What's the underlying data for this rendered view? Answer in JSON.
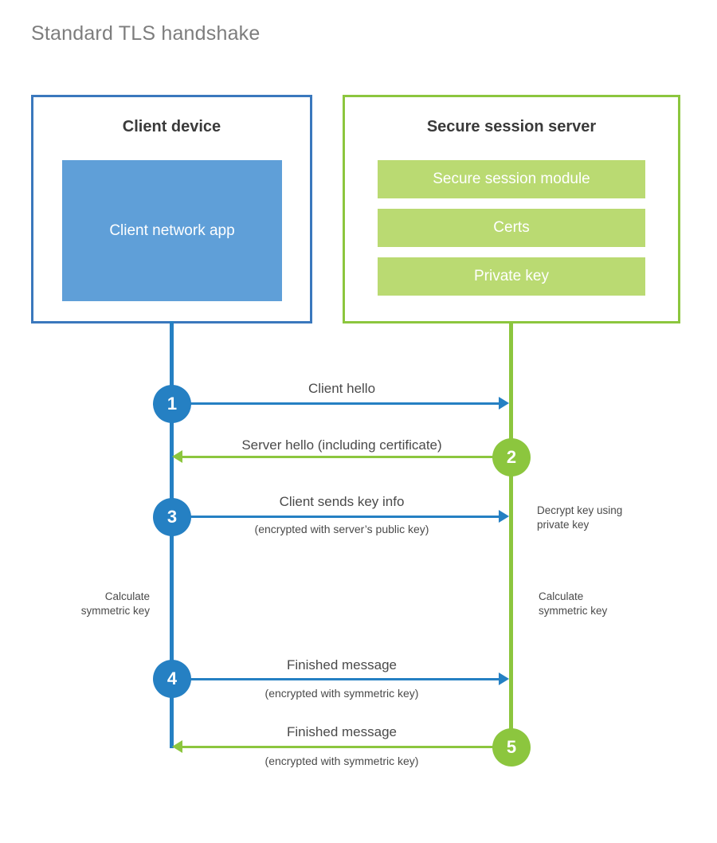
{
  "page": {
    "title": "Standard TLS handshake"
  },
  "colors": {
    "client_accent": "#2580c3",
    "client_border": "#3a78bd",
    "client_app_fill": "#5f9fd8",
    "server_accent": "#8cc63e",
    "server_bar_fill": "#bada72",
    "title_text": "#7d7d7d",
    "body_text": "#4a4a4a",
    "heading_text": "#3a3a3a",
    "background": "#ffffff"
  },
  "participants": {
    "client": {
      "title": "Client device",
      "app_label": "Client network app"
    },
    "server": {
      "title": "Secure session server",
      "modules": [
        "Secure session module",
        "Certs",
        "Private key"
      ]
    }
  },
  "messages": [
    {
      "step": "1",
      "label": "Client hello",
      "sublabel": "",
      "direction": "client-to-server",
      "color": "blue"
    },
    {
      "step": "2",
      "label": "Server hello (including certificate)",
      "sublabel": "",
      "direction": "server-to-client",
      "color": "green"
    },
    {
      "step": "3",
      "label": "Client sends key info",
      "sublabel": "(encrypted with server’s public key)",
      "direction": "client-to-server",
      "color": "blue"
    },
    {
      "step": "4",
      "label": "Finished message",
      "sublabel": "(encrypted with symmetric key)",
      "direction": "client-to-server",
      "color": "blue"
    },
    {
      "step": "5",
      "label": "Finished message",
      "sublabel": "(encrypted with symmetric key)",
      "direction": "server-to-client",
      "color": "green"
    }
  ],
  "notes": {
    "server_decrypt": "Decrypt key using\nprivate key",
    "client_calculate": "Calculate\nsymmetric key",
    "server_calculate": "Calculate\nsymmetric key"
  }
}
